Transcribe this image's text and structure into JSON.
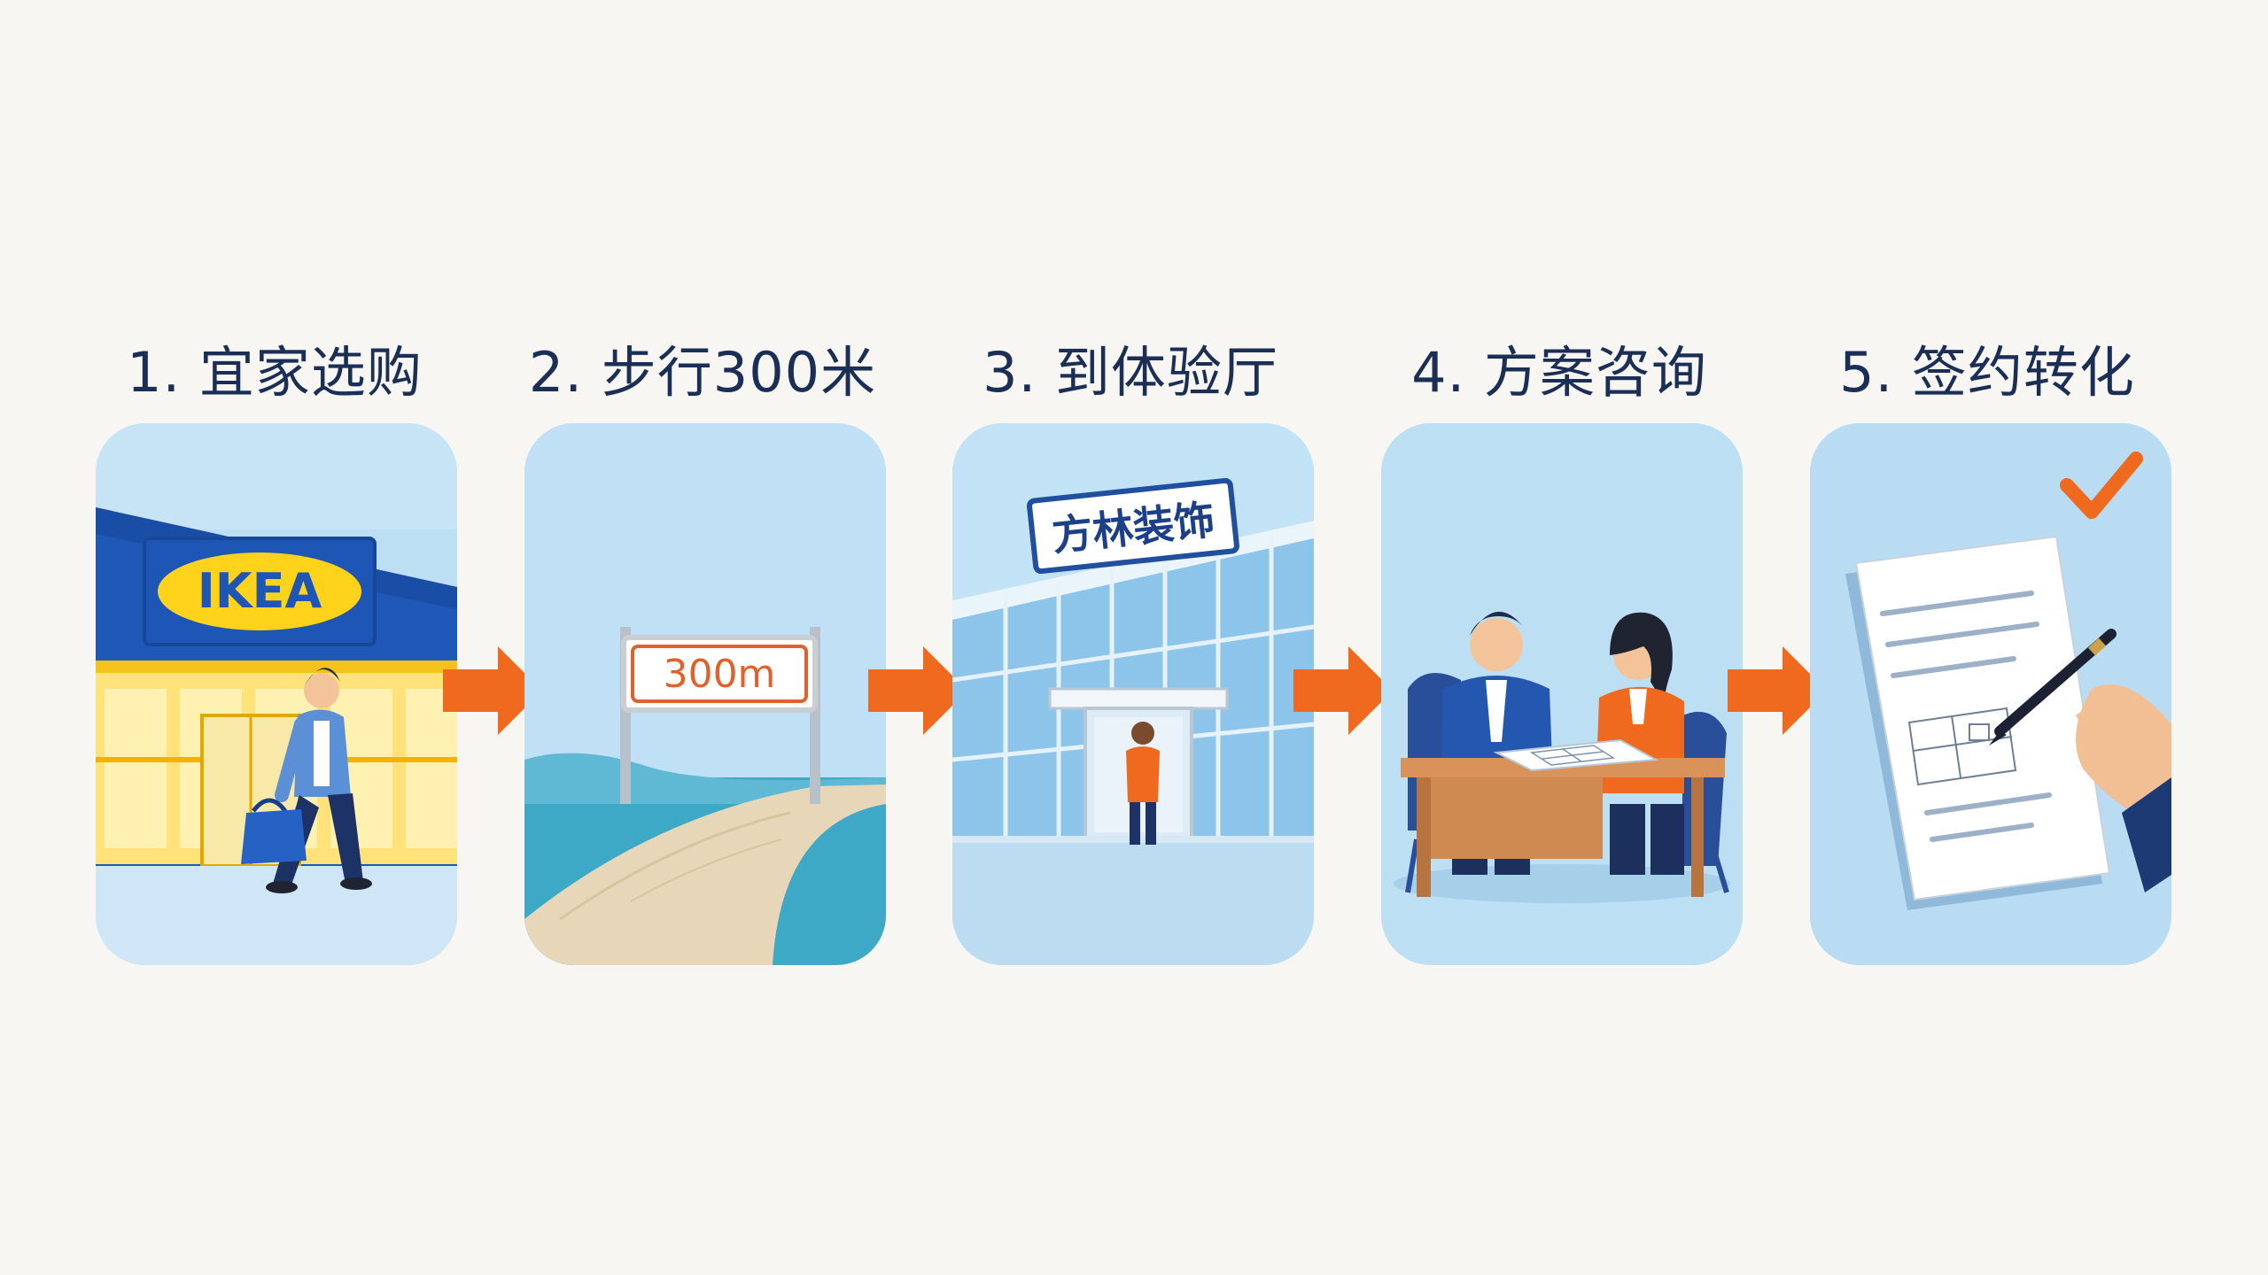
{
  "steps": [
    {
      "title": "1. 宜家选购"
    },
    {
      "title": "2. 步行300米"
    },
    {
      "title": "3. 到体验厅"
    },
    {
      "title": "4. 方案咨询"
    },
    {
      "title": "5. 签约转化"
    }
  ],
  "illustrations": {
    "store_logo": "IKEA",
    "distance_sign": "300m",
    "showroom_sign": "方林装饰"
  },
  "colors": {
    "accent_orange": "#ef6a1f",
    "card_blue": "#b9dcf3",
    "brand_blue": "#1f5bb8",
    "brand_yellow": "#ffd21c",
    "title_navy": "#1b2e55"
  },
  "icons": [
    "arrow-right-icon",
    "checkmark-icon",
    "pen-icon",
    "shopping-bag-icon"
  ]
}
